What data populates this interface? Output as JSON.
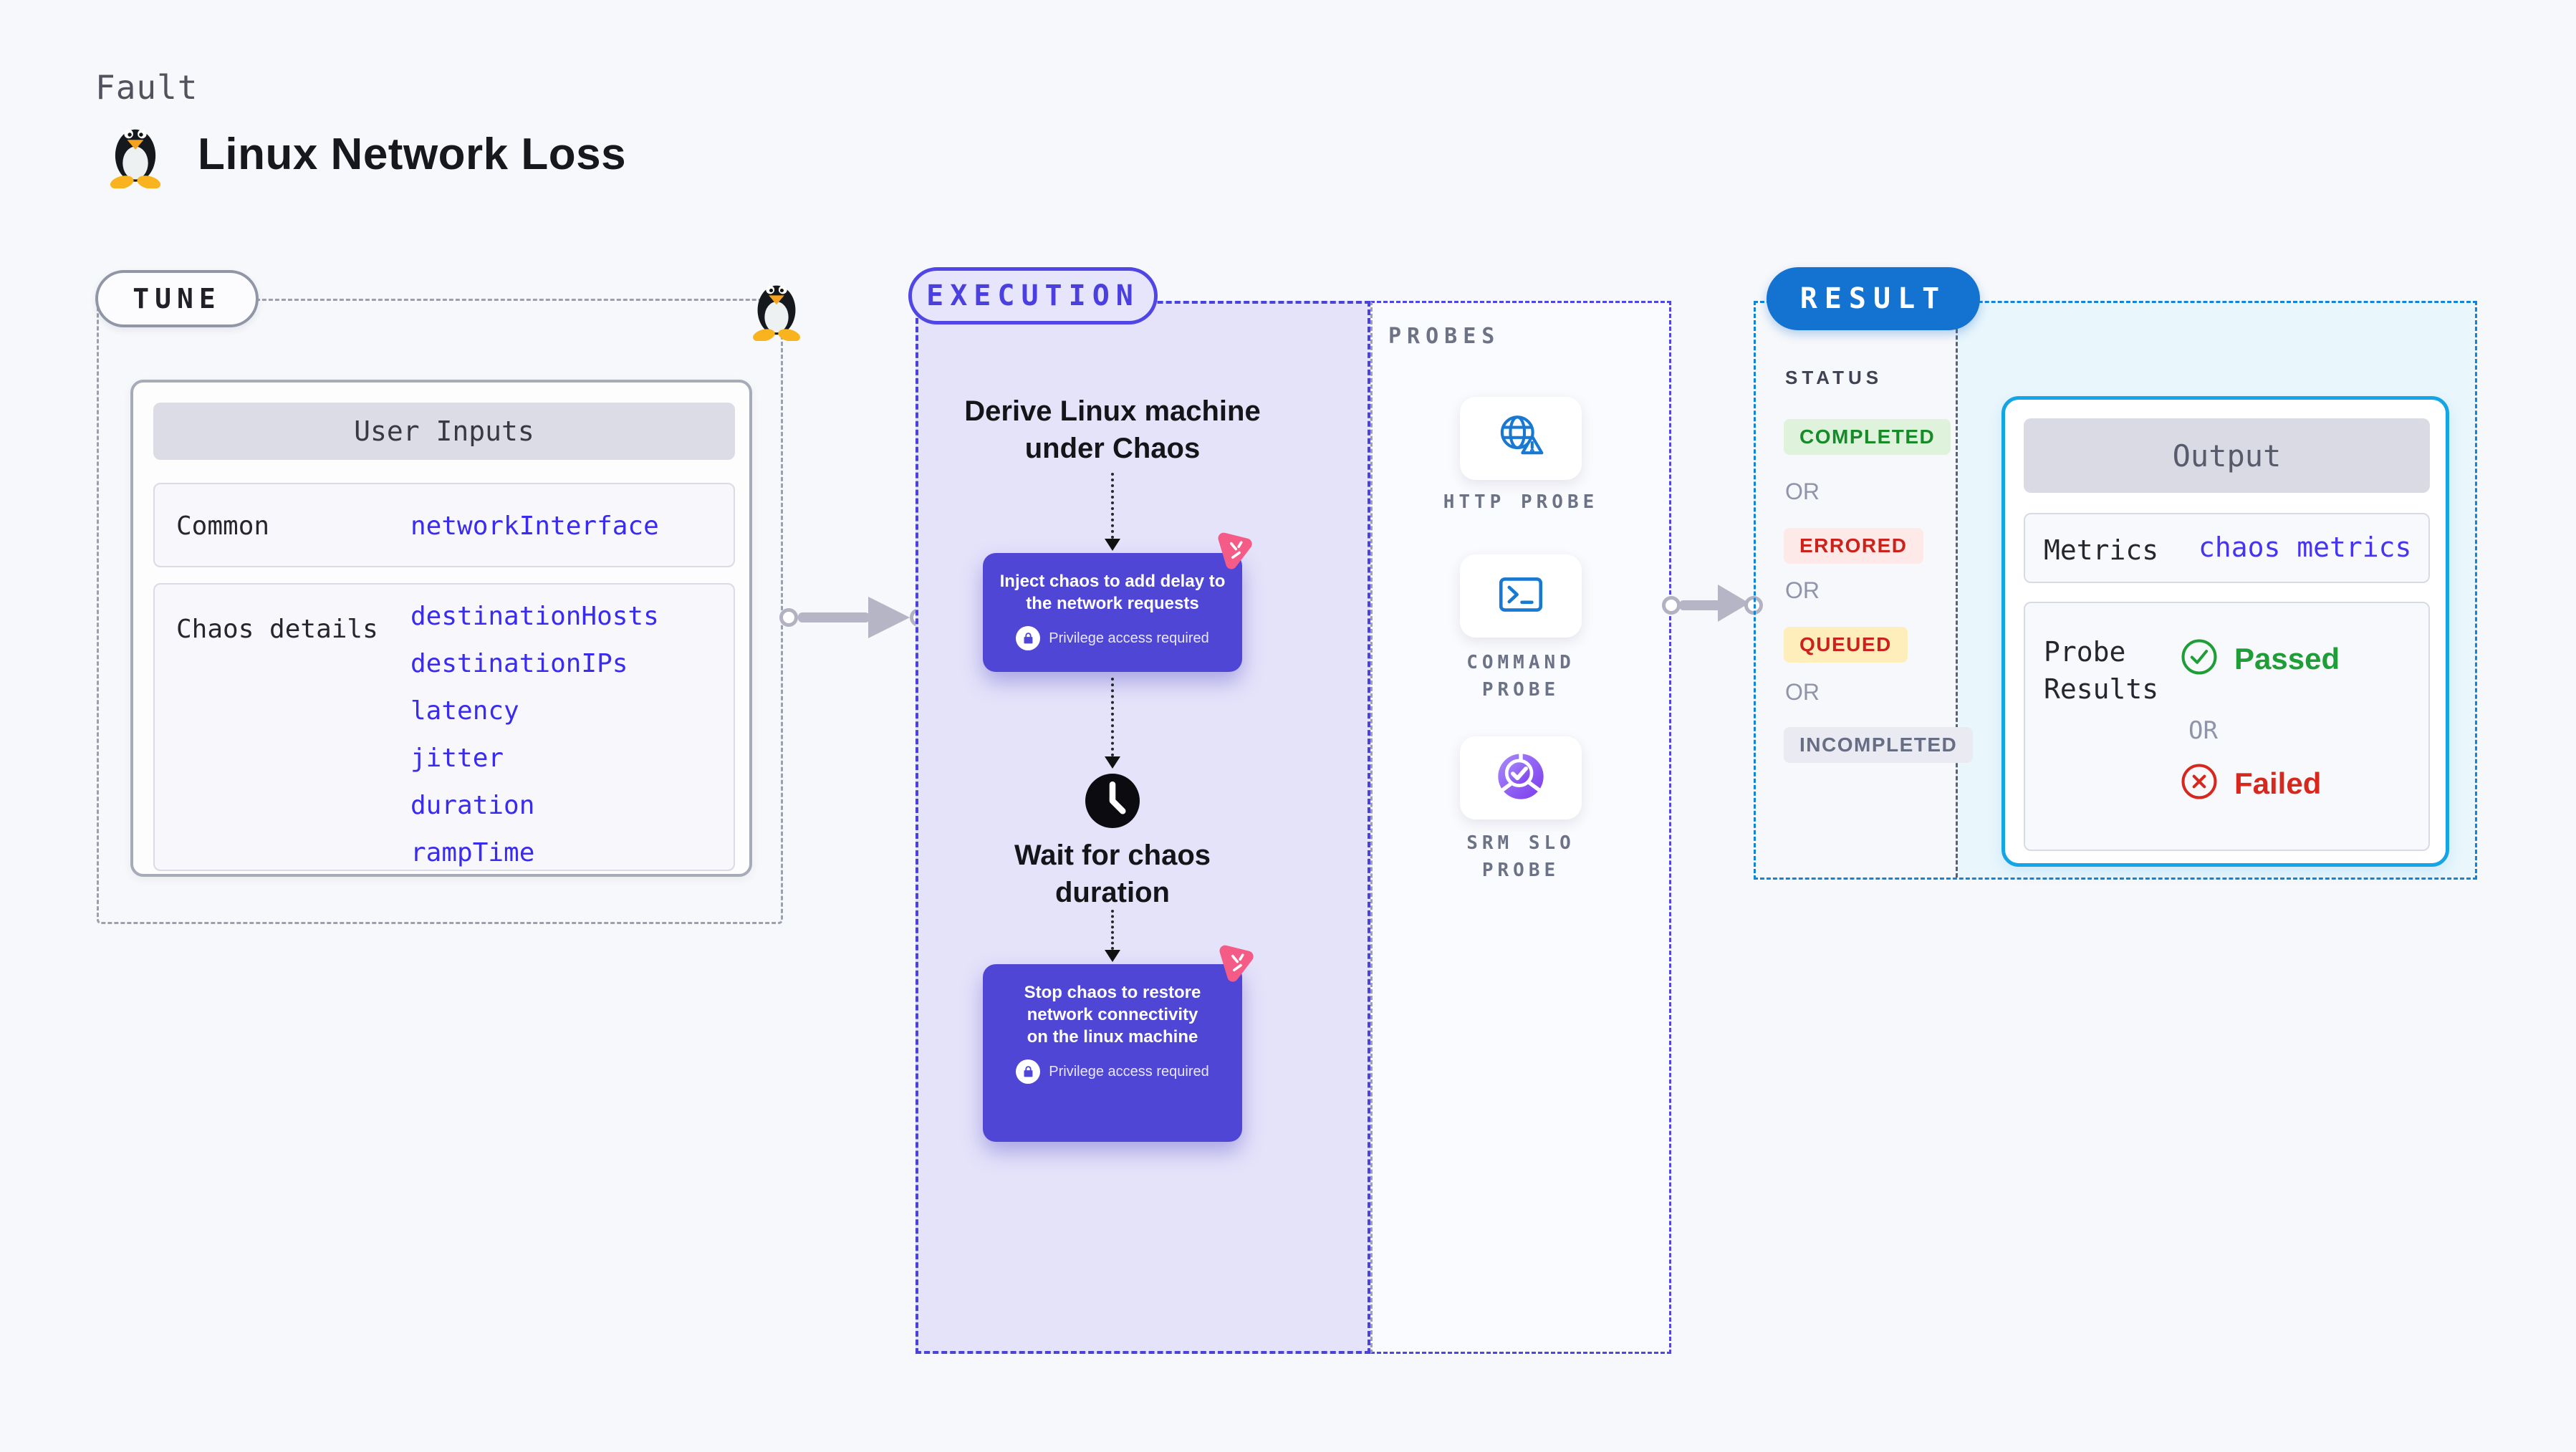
{
  "header": {
    "kicker": "Fault",
    "title": "Linux Network Loss"
  },
  "tune": {
    "badge": "TUNE",
    "table_header": "User Inputs",
    "rows": [
      {
        "label": "Common",
        "values": [
          "networkInterface"
        ]
      },
      {
        "label": "Chaos details",
        "values": [
          "destinationHosts",
          "destinationIPs",
          "latency",
          "jitter",
          "duration",
          "rampTime"
        ]
      }
    ]
  },
  "execution": {
    "badge": "EXECUTION",
    "derive_step": "Derive Linux machine under Chaos",
    "inject_step": "Inject chaos to add delay to the network requests",
    "wait_step": "Wait for chaos duration",
    "stop_step": "Stop chaos to restore network connectivity on the linux machine",
    "privilege_note": "Privilege access required"
  },
  "probes": {
    "label": "PROBES",
    "items": [
      {
        "label": "HTTP PROBE",
        "icon": "globe-warning-icon"
      },
      {
        "label": "COMMAND PROBE",
        "icon": "terminal-icon"
      },
      {
        "label": "SRM SLO PROBE",
        "icon": "pie-check-icon"
      }
    ]
  },
  "result": {
    "badge": "RESULT",
    "status_label": "STATUS",
    "or_label": "OR",
    "statuses": [
      "COMPLETED",
      "ERRORED",
      "QUEUED",
      "INCOMPLETED"
    ],
    "output": {
      "header": "Output",
      "metrics_label": "Metrics",
      "metrics_value": "chaos metrics",
      "probe_results_label": "Probe Results",
      "passed_label": "Passed",
      "failed_label": "Failed"
    }
  },
  "icons": {
    "fault": "tux-penguin-icon",
    "chaos_badge": "litmus-chaos-icon",
    "privilege": "lock-icon",
    "wait": "clock-icon",
    "http_probe": "globe-warning-icon",
    "command_probe": "terminal-icon",
    "srm_probe": "pie-check-icon",
    "passed": "check-circle-icon",
    "failed": "x-circle-icon"
  },
  "colors": {
    "page_bg": "#f7f8fb",
    "accent_indigo": "#4f46e5",
    "execution_fill": "#e5e3fa",
    "node_indigo": "#4f46d6",
    "litmus_pink": "#f45b87",
    "result_blue": "#1472d0",
    "output_border": "#14a5e6",
    "cyan_fill": "#e9f6fc",
    "value_blue": "#3a2bf0",
    "success_green": "#178a29",
    "error_red": "#cb231b",
    "queued_bg": "#fdeebb",
    "arrow_grey": "#b5b5c5"
  }
}
